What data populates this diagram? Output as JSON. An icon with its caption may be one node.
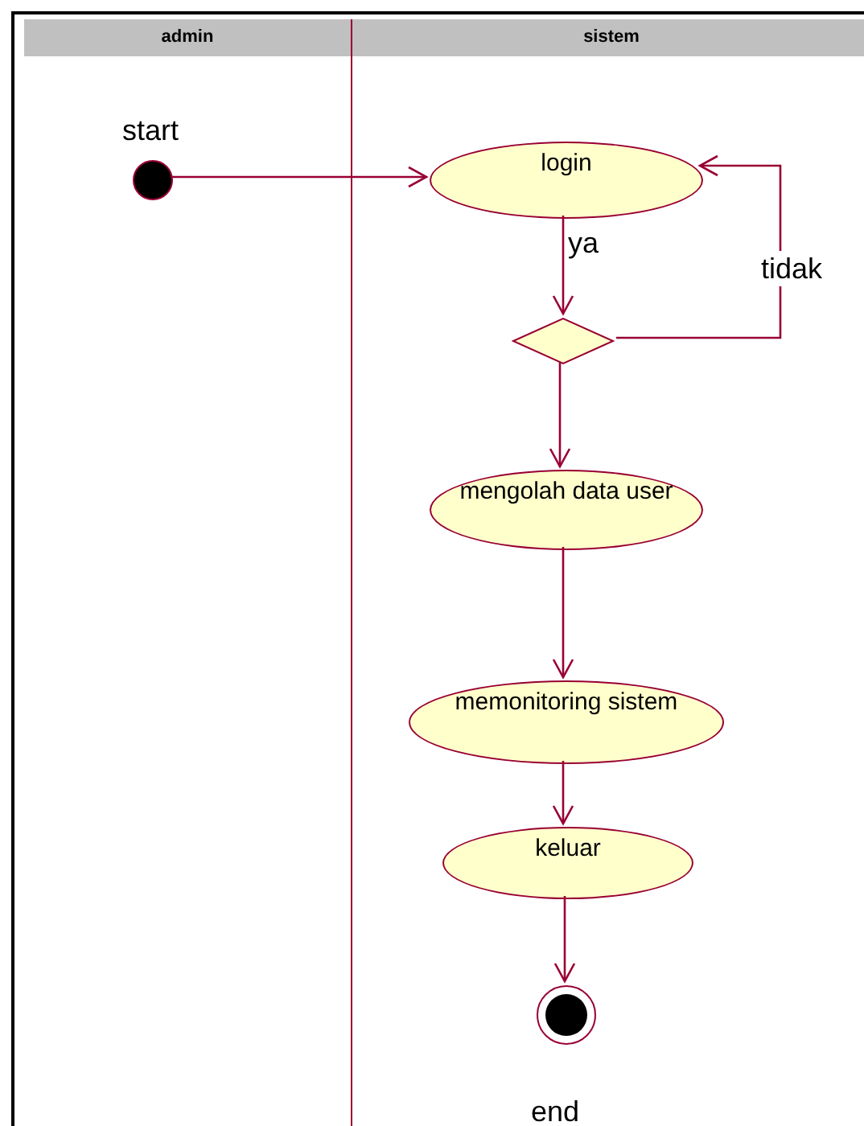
{
  "diagram": {
    "nodes": [
      {
        "text": [
          "admin"
        ]
      },
      {
        "text": [
          "sistem"
        ]
      },
      {
        "text": [],
        "shape": "circle",
        "in": 0,
        "beside": [
          "start"
        ]
      },
      {
        "text": [
          "login"
        ],
        "in": 1
      },
      {
        "text": [],
        "shape": "diamond",
        "in": 1
      },
      {
        "text": [
          "mengolah data user"
        ],
        "in": 1
      },
      {
        "text": [
          "memonitoring sistem"
        ],
        "in": 1
      },
      {
        "text": [
          "keluar"
        ],
        "in": 1
      },
      {
        "text": [],
        "shape": "circle",
        "in": 1,
        "beside": [
          "end"
        ]
      }
    ],
    "edges": [
      {
        "from": 2,
        "to": 3,
        "arrow": "to"
      },
      {
        "from": 3,
        "to": 4,
        "arrow": "to",
        "label": "ya"
      },
      {
        "from": 4,
        "to": 3,
        "arrow": "to",
        "label": "tidak"
      },
      {
        "from": 4,
        "to": 5,
        "arrow": "to"
      },
      {
        "from": 5,
        "to": 6,
        "arrow": "to"
      },
      {
        "from": 6,
        "to": 7,
        "arrow": "to"
      },
      {
        "from": 7,
        "to": 8,
        "arrow": "to"
      }
    ]
  }
}
